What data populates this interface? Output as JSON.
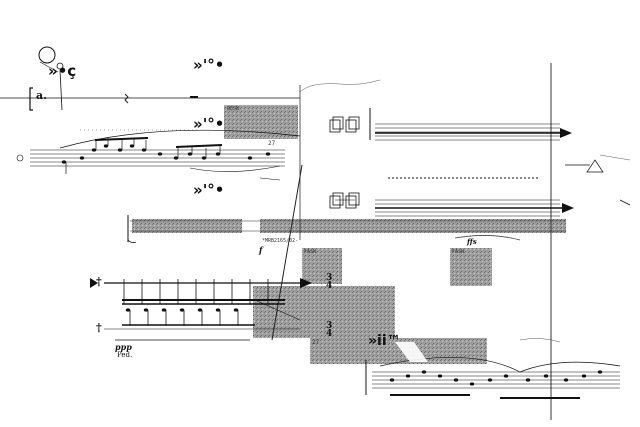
{
  "score": {
    "figure_glyph": "»ꞌ°•",
    "small_glyph": "»•ç",
    "box_tag": "DESN",
    "box_number": "27",
    "section_tag": "FASN",
    "page_code": "*MRB2165/02-",
    "dynamic_f": "f",
    "dynamic_ff": "ffs",
    "dynamic_ppp": "ppp",
    "pedal_mark": "Ped.",
    "time_sig_top": "3",
    "time_sig_bottom": "4",
    "trill_mark": "»ii™",
    "fermata_mark": "ꞌ",
    "dagger": "†",
    "bracket_label": "a."
  },
  "colors": {
    "ink": "#111111",
    "grey_panel": "#9a9a9a",
    "grey_dark": "#777777"
  }
}
